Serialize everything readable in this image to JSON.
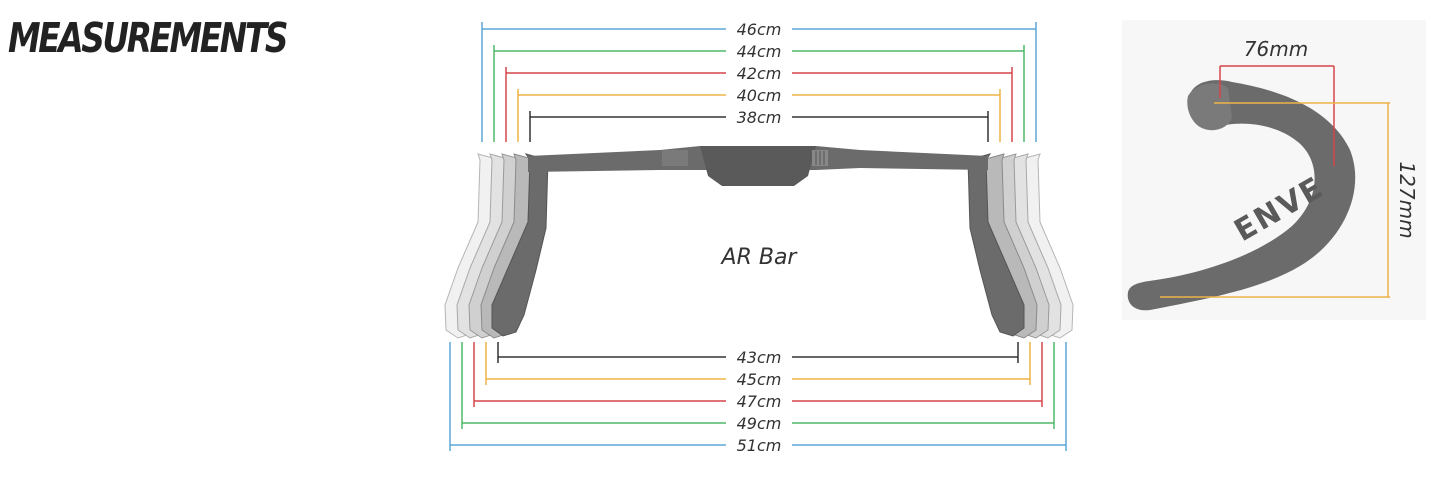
{
  "heading": "MEASUREMENTS",
  "product_label": "AR Bar",
  "top_widths": [
    "46cm",
    "44cm",
    "42cm",
    "40cm",
    "38cm"
  ],
  "bottom_widths": [
    "43cm",
    "45cm",
    "47cm",
    "49cm",
    "51cm"
  ],
  "reach": "76mm",
  "drop": "127mm",
  "logo_text": "ENVE",
  "colors": {
    "blue": "#5aa7d6",
    "green": "#4fb86a",
    "red": "#d6454b",
    "orange": "#eeb347",
    "black": "#333333",
    "bar_dark": "#6b6b6b"
  }
}
